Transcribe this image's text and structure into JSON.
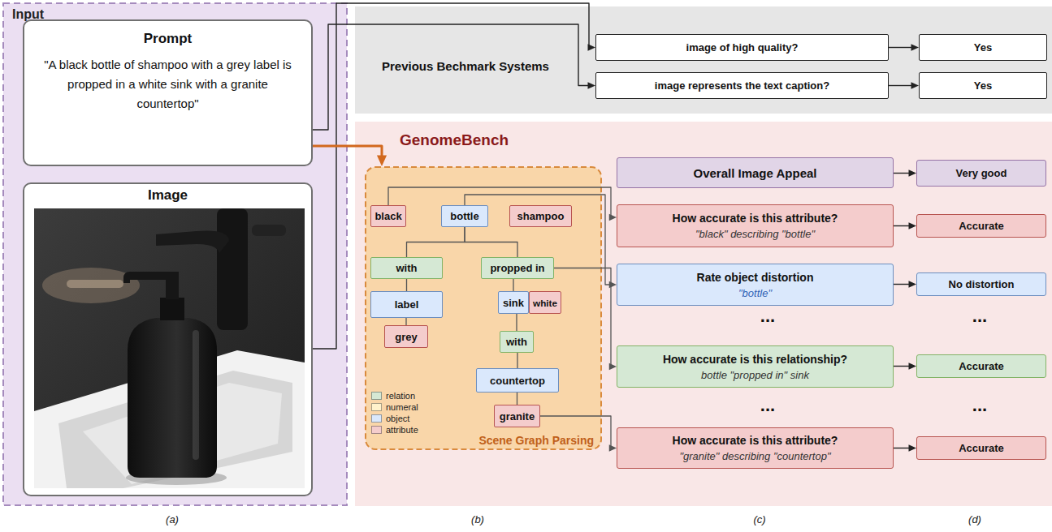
{
  "diagram": {
    "nodes": [
      {
        "text": [
          "Input"
        ]
      },
      {
        "text": [
          "Prompt",
          "\"A black bottle of shampoo with a grey label is propped in a white sink with a granite countertop\""
        ],
        "in": 0
      },
      {
        "text": [
          "Image"
        ],
        "in": 0
      },
      {
        "text": [
          "Previous Bechmark Systems"
        ]
      },
      {
        "text": [
          "image of high quality?"
        ],
        "in": 3
      },
      {
        "text": [
          "Yes"
        ],
        "in": 3
      },
      {
        "text": [
          "image represents the text caption?"
        ],
        "in": 3
      },
      {
        "text": [
          "Yes"
        ],
        "in": 3
      },
      {
        "text": [
          "GenomeBench"
        ]
      },
      {
        "text": [
          "Scene Graph Parsing"
        ],
        "in": 8
      },
      {
        "text": [
          "black"
        ],
        "in": 9
      },
      {
        "text": [
          "bottle"
        ],
        "in": 9
      },
      {
        "text": [
          "shampoo"
        ],
        "in": 9
      },
      {
        "text": [
          "with"
        ],
        "in": 9
      },
      {
        "text": [
          "propped in"
        ],
        "in": 9
      },
      {
        "text": [
          "label"
        ],
        "in": 9
      },
      {
        "text": [
          "grey"
        ],
        "in": 9
      },
      {
        "text": [
          "sink"
        ],
        "in": 9
      },
      {
        "text": [
          "white"
        ],
        "in": 9
      },
      {
        "text": [
          "with"
        ],
        "in": 9
      },
      {
        "text": [
          "countertop"
        ],
        "in": 9
      },
      {
        "text": [
          "granite"
        ],
        "in": 9
      },
      {
        "text": [
          "Overall Image Appeal"
        ],
        "in": 8
      },
      {
        "text": [
          "Very good"
        ],
        "in": 8
      },
      {
        "text": [
          "How accurate is this attribute?",
          "\"black\" describing \"bottle\""
        ],
        "in": 8
      },
      {
        "text": [
          "Accurate"
        ],
        "in": 8
      },
      {
        "text": [
          "Rate object distortion",
          "\"bottle\""
        ],
        "in": 8
      },
      {
        "text": [
          "No distortion"
        ],
        "in": 8
      },
      {
        "text": [
          "How accurate is this relationship?",
          "bottle \"propped in\" sink"
        ],
        "in": 8
      },
      {
        "text": [
          "Accurate"
        ],
        "in": 8
      },
      {
        "text": [
          "How accurate is this attribute?",
          "\"granite\" describing \"countertop\""
        ],
        "in": 8
      },
      {
        "text": [
          "Accurate"
        ],
        "in": 8
      }
    ],
    "edges": [
      {
        "from": 2,
        "to": 4,
        "arrow": "to"
      },
      {
        "from": 1,
        "to": 6,
        "arrow": "to"
      },
      {
        "from": 4,
        "to": 5,
        "arrow": "to"
      },
      {
        "from": 6,
        "to": 7,
        "arrow": "to"
      },
      {
        "from": 1,
        "to": 9,
        "arrow": "to"
      },
      {
        "from": 11,
        "to": 13,
        "arrow": "none"
      },
      {
        "from": 11,
        "to": 14,
        "arrow": "none"
      },
      {
        "from": 13,
        "to": 15,
        "arrow": "none"
      },
      {
        "from": 15,
        "to": 16,
        "arrow": "none"
      },
      {
        "from": 14,
        "to": 17,
        "arrow": "none"
      },
      {
        "from": 17,
        "to": 19,
        "arrow": "none"
      },
      {
        "from": 19,
        "to": 20,
        "arrow": "none"
      },
      {
        "from": 20,
        "to": 21,
        "arrow": "none"
      },
      {
        "from": 10,
        "to": 24,
        "arrow": "to"
      },
      {
        "from": 11,
        "to": 26,
        "arrow": "to"
      },
      {
        "from": 14,
        "to": 28,
        "arrow": "to"
      },
      {
        "from": 21,
        "to": 30,
        "arrow": "to"
      },
      {
        "from": 22,
        "to": 23,
        "arrow": "to"
      },
      {
        "from": 24,
        "to": 25,
        "arrow": "to"
      },
      {
        "from": 26,
        "to": 27,
        "arrow": "to"
      },
      {
        "from": 28,
        "to": 29,
        "arrow": "to"
      },
      {
        "from": 30,
        "to": 31,
        "arrow": "to"
      }
    ],
    "labels": [
      "...",
      "...",
      "...",
      "...",
      "(a)",
      "(b)",
      "(c)",
      "(d)"
    ],
    "legend": [
      {
        "text": "relation",
        "color": "#d5e8d4"
      },
      {
        "text": "numeral",
        "color": "#fff2cc"
      },
      {
        "text": "object",
        "color": "#dae8fc"
      },
      {
        "text": "attribute",
        "color": "#f4cccc"
      }
    ]
  }
}
